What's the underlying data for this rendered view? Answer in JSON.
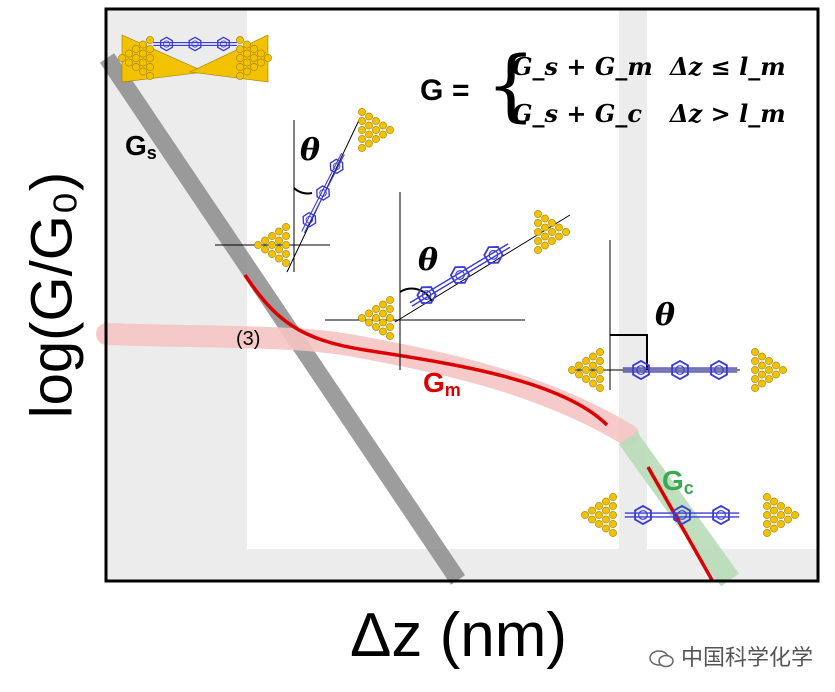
{
  "axes": {
    "y_label": "log(G/G₀)",
    "x_label": "Δz (nm)"
  },
  "equation": {
    "lhs": "G",
    "eq": "=",
    "case1_expr": "G_s + G_m",
    "case1_cond": "Δz ≤ l_m",
    "case2_expr": "G_s + G_c",
    "case2_cond": "Δz > l_m"
  },
  "curve_labels": {
    "gs": "G",
    "gs_sub": "s",
    "gm": "G",
    "gm_sub": "m",
    "gc": "G",
    "gc_sub": "c"
  },
  "angle_symbol": "θ",
  "marker": "(3)",
  "watermark": "中国科学化学",
  "colors": {
    "gs_band": "#8c8c8c",
    "gm_band": "#f6c4c4",
    "gc_band": "#b9dcb9",
    "fit_line": "#dd0000",
    "gm_label": "#dd0000",
    "gc_label": "#3aaa52",
    "gold": "#f2c200",
    "molecule": "#3b3bd6",
    "shade": "#ececec"
  },
  "icons": [
    "gold-electrode-icon",
    "benzene-ring-icon",
    "wechat-icon"
  ]
}
